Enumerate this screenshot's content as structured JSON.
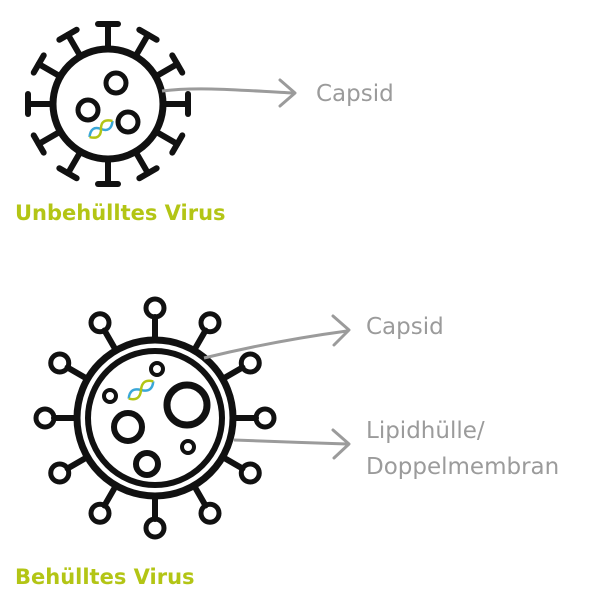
{
  "non_enveloped": {
    "title": "Unbehülltes Virus",
    "callouts": [
      "Capsid"
    ]
  },
  "enveloped": {
    "title": "Behülltes Virus",
    "callouts": [
      "Capsid",
      "Lipidhülle/",
      "Doppelmembran"
    ]
  },
  "colors": {
    "outline": "#111111",
    "arrow": "#9b9b9b",
    "title": "#b3c515",
    "dna_strand_a": "#3aa7d8",
    "dna_strand_b": "#b3c515"
  }
}
